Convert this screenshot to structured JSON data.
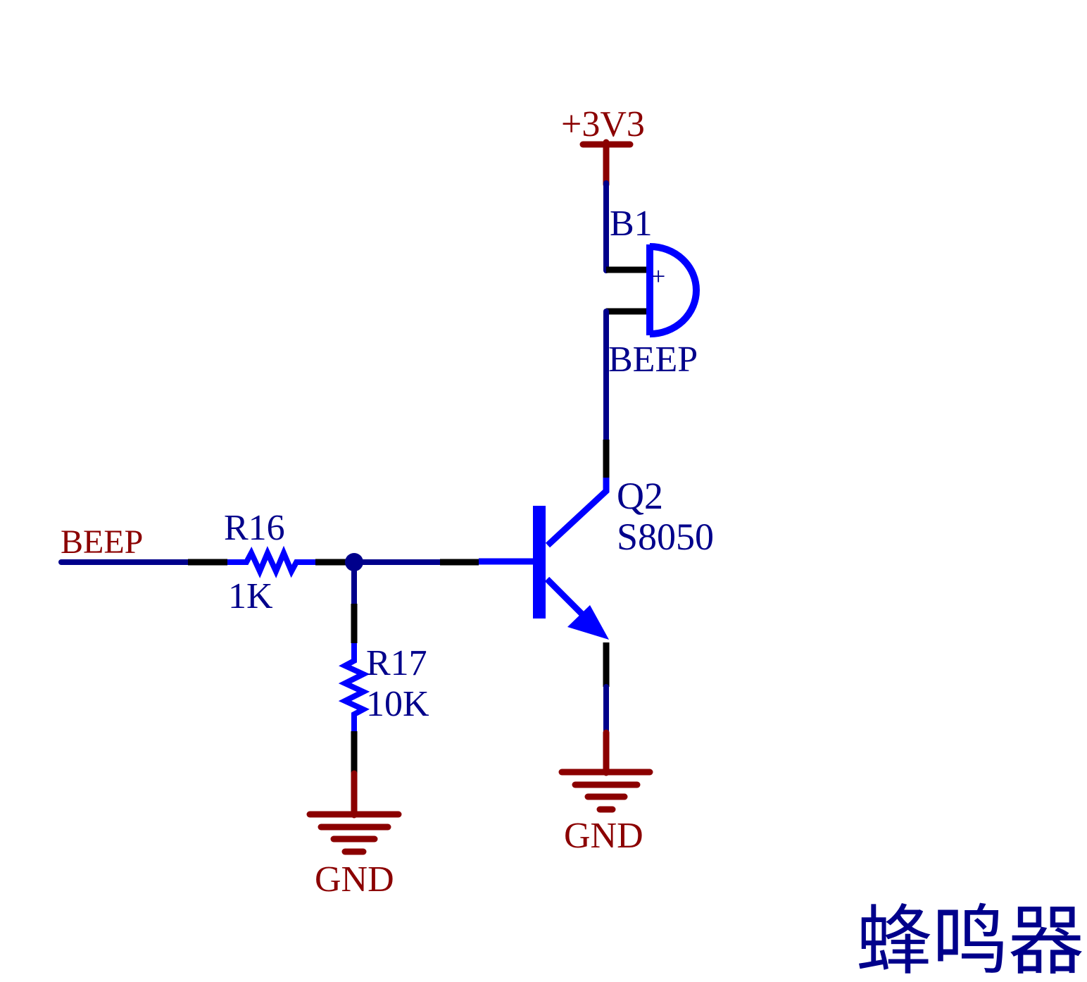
{
  "colors": {
    "background": "#FFFFFF",
    "wire": "#00008B",
    "component": "#0000FF",
    "pin": "#000000",
    "power": "#8B0000"
  },
  "title": "蜂鸣器",
  "power_rail": {
    "label": "+3V3"
  },
  "nets": {
    "input_label": "BEEP",
    "buzzer_net_label": "BEEP"
  },
  "grounds": {
    "left_label": "GND",
    "right_label": "GND"
  },
  "components": {
    "buzzer": {
      "refdes": "B1",
      "polarity": "+"
    },
    "transistor": {
      "refdes": "Q2",
      "part": "S8050"
    },
    "r16": {
      "refdes": "R16",
      "value": "1K"
    },
    "r17": {
      "refdes": "R17",
      "value": "10K"
    }
  }
}
